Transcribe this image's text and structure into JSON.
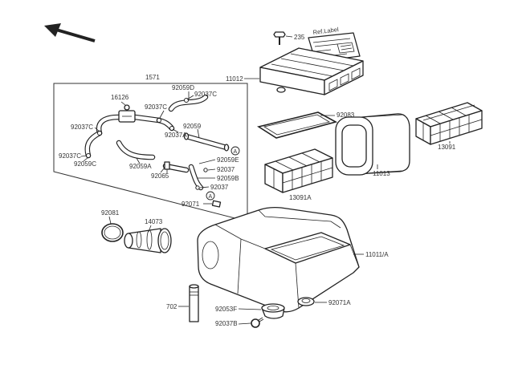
{
  "labels": {
    "bolt": "235",
    "ref_label": "Ref.Label",
    "ecu_box": "11012",
    "hose_kit": "1571",
    "hose_92059d": "92059D",
    "valve": "16126",
    "clamp_c_top": "92037C",
    "clamp_c_mid": "92037C",
    "clamp_c_left": "92037C",
    "hose_92059": "92059",
    "clamp_a": "92037A",
    "clamp_c_low": "92037C",
    "hose_92059c": "92059C",
    "hose_92059a": "92059A",
    "hose_92059e": "92059E",
    "clamp_1": "92037",
    "fitting_92065": "92065",
    "hose_92059b": "92059B",
    "clamp_2": "92037",
    "clip_92071": "92071",
    "gasket": "92083",
    "cage_upper": "13091",
    "element": "11013",
    "cage_lower": "13091A",
    "o_ring": "92081",
    "duct": "14073",
    "housing": "11011/A",
    "tube": "702",
    "drain": "92053F",
    "cap": "92071A",
    "clamp_b": "92037B",
    "ref_a_1": "A",
    "ref_a_2": "A"
  }
}
